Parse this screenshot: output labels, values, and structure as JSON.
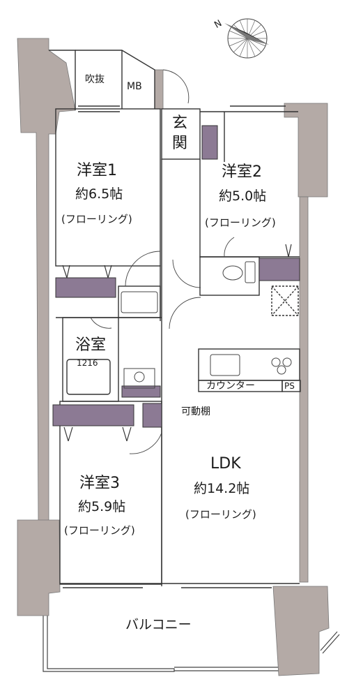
{
  "compass": {
    "north_label": "N"
  },
  "rooms": {
    "western1": {
      "name": "洋室1",
      "size": "約6.5帖",
      "floor": "(フローリング)"
    },
    "western2": {
      "name": "洋室2",
      "size": "約5.0帖",
      "floor": "(フローリング)"
    },
    "western3": {
      "name": "洋室3",
      "size": "約5.9帖",
      "floor": "(フローリング)"
    },
    "ldk": {
      "name": "LDK",
      "size": "約14.2帖",
      "floor": "(フローリング)"
    },
    "bath": {
      "name": "浴室",
      "size": "1216"
    },
    "entrance": {
      "line1": "玄",
      "line2": "関"
    },
    "balcony": {
      "name": "バルコニー"
    },
    "void": {
      "name": "吹抜"
    }
  },
  "labels": {
    "mb": "MB",
    "counter": "カウンター",
    "ps": "PS",
    "movable_shelf": "可動棚"
  },
  "colors": {
    "wall": "#b4aaa6",
    "storage": "#8c7a94",
    "line": "#333333"
  }
}
